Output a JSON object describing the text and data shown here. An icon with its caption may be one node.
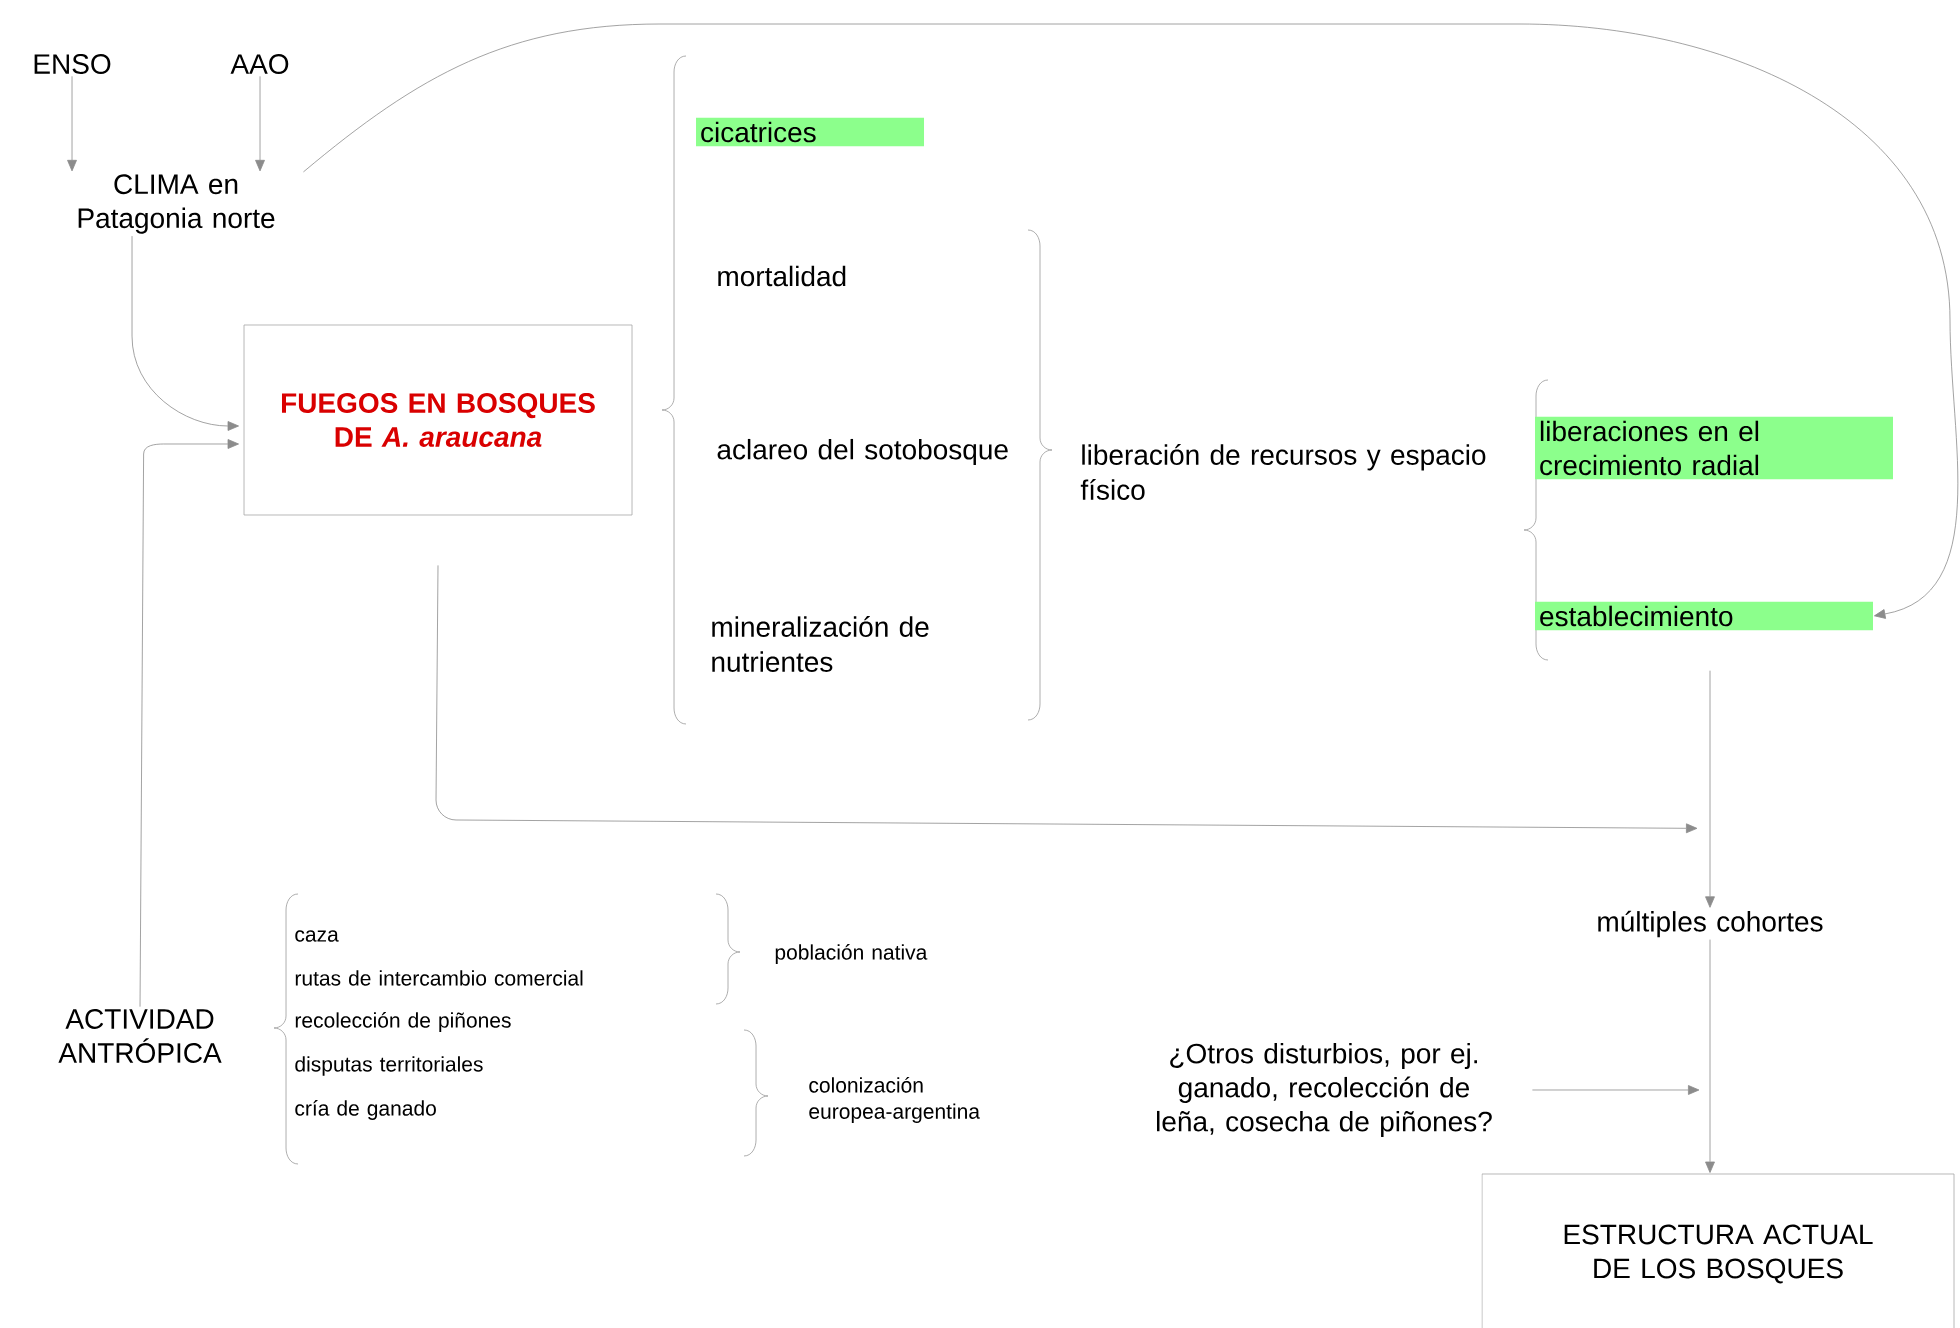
{
  "diagram": {
    "nodes": [
      {
        "text": [
          "ENSO"
        ]
      },
      {
        "text": [
          "AAO"
        ]
      },
      {
        "text": [
          "CLIMA en Patagonia norte"
        ]
      },
      {
        "text": [
          "FUEGOS EN BOSQUES DE *A. araucana*"
        ]
      },
      {
        "text": [
          "cicatrices"
        ]
      },
      {
        "text": [
          "liberaciones en el crecimiento radial"
        ]
      },
      {
        "text": [
          "establecimiento"
        ]
      },
      {
        "text": [
          "múltiples cohortes"
        ]
      },
      {
        "text": [
          "¿Otros disturbios, por ej. ganado, recolección de leña, cosecha de piñones?"
        ]
      },
      {
        "text": [
          "ESTRUCTURA ACTUAL DE LOS BOSQUES"
        ]
      },
      {
        "text": [
          "ACTIVIDAD ANTRÓPICA"
        ]
      }
    ],
    "edges": [
      {
        "from": 0,
        "to": 2,
        "arrow": "to"
      },
      {
        "from": 1,
        "to": 2,
        "arrow": "to"
      },
      {
        "from": 2,
        "to": 3,
        "arrow": "to"
      },
      {
        "from": 10,
        "to": 3,
        "arrow": "to"
      },
      {
        "from": 2,
        "to": 6,
        "arrow": "to"
      },
      {
        "from": 3,
        "to": 7,
        "arrow": "to"
      },
      {
        "from": 6,
        "to": 7,
        "arrow": "to"
      },
      {
        "from": 7,
        "to": 9,
        "arrow": "to"
      },
      {
        "from": 8,
        "to": null,
        "arrow": "to"
      }
    ],
    "labels": [
      "mortalidad",
      "aclareo del sotobosque",
      "mineralización de nutrientes",
      "liberación de recursos y espacio físico",
      "caza",
      "rutas de intercambio comercial",
      "recolección de piñones",
      "disputas territoriales",
      "cría de ganado",
      "población nativa",
      "colonización europea-argentina"
    ]
  }
}
